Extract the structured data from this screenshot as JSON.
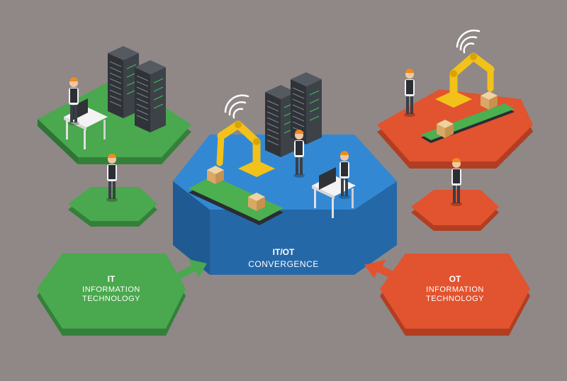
{
  "colors": {
    "background": "#8f8887",
    "it_green": "#4aa84e",
    "it_green_side": "#34803a",
    "ot_red": "#e2532f",
    "ot_red_side": "#b23e22",
    "conv_blue": "#2f7fc6",
    "conv_blue_side": "#2468a8",
    "label_text": "#ffffff",
    "robot_yellow": "#f2c21b",
    "server_dark": "#2f3338"
  },
  "labels": {
    "it_abbr": "IT",
    "it_line1": "INFORMATION",
    "it_line2": "TECHNOLOGY",
    "conv_abbr": "IT/OT",
    "conv_word": "CONVERGENCE",
    "ot_abbr": "OT",
    "ot_line1": "INFORMATION",
    "ot_line2": "TECHNOLOGY"
  },
  "icons": {
    "servers": "server-rack-icon",
    "robot": "robot-arm-icon",
    "wifi": "wifi-icon",
    "box": "cardboard-box-icon",
    "worker": "worker-icon",
    "computer": "computer-monitor-icon",
    "arrow": "arrow-icon"
  }
}
